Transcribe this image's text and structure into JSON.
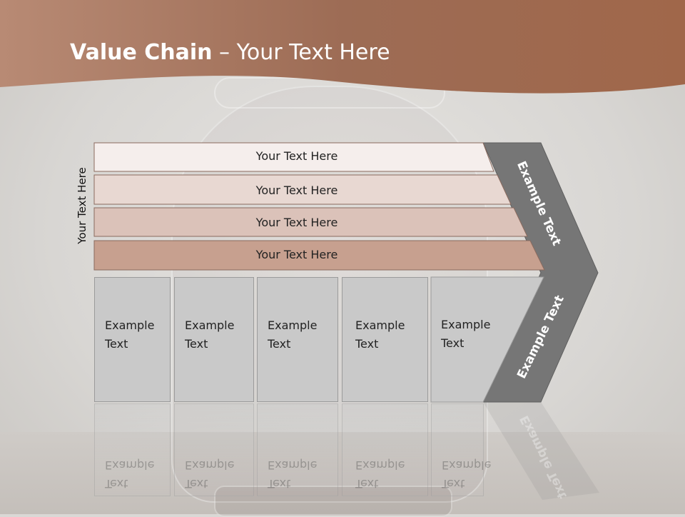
{
  "title": {
    "bold": "Value Chain",
    "rest": " – Your Text Here"
  },
  "side_label": "Your Text Here",
  "bands": [
    "Your Text Here",
    "Your Text Here",
    "Your Text Here",
    "Your Text Here"
  ],
  "boxes": [
    {
      "line1": "Example",
      "line2": "Text"
    },
    {
      "line1": "Example",
      "line2": "Text"
    },
    {
      "line1": "Example",
      "line2": "Text"
    },
    {
      "line1": "Example",
      "line2": "Text"
    },
    {
      "line1": "Example",
      "line2": "Text"
    }
  ],
  "chevron": {
    "upper": "Example Text",
    "lower": "Example Text"
  },
  "colors": {
    "header": "#a56a4f",
    "band1": "#f5eeec",
    "band2": "#e8d8d2",
    "band3": "#dbc2b9",
    "band4": "#c7a08f",
    "box": "#c9c9c9",
    "chevron": "#767676"
  }
}
